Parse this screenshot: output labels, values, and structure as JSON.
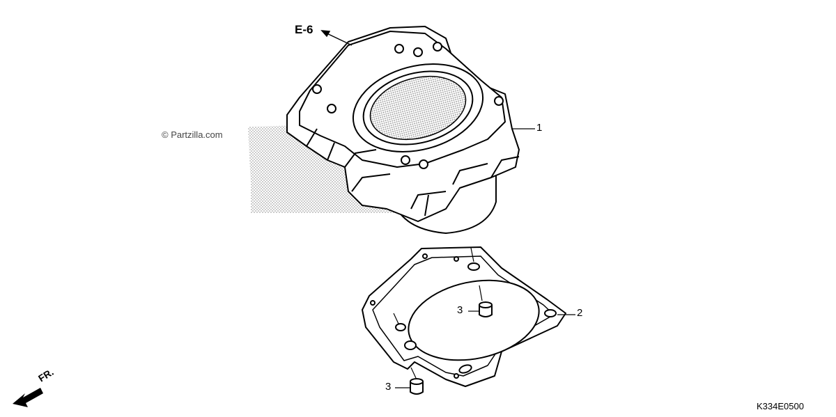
{
  "diagram": {
    "reference_label": "E-6",
    "part_code": "K334E0500",
    "watermark": "© Partzilla.com",
    "front_indicator": "FR.",
    "callouts": [
      {
        "id": "1",
        "part": "cylinder"
      },
      {
        "id": "2",
        "part": "cylinder-base-gasket"
      },
      {
        "id": "3",
        "part": "dowel-pin"
      },
      {
        "id": "3",
        "part": "dowel-pin"
      }
    ]
  }
}
